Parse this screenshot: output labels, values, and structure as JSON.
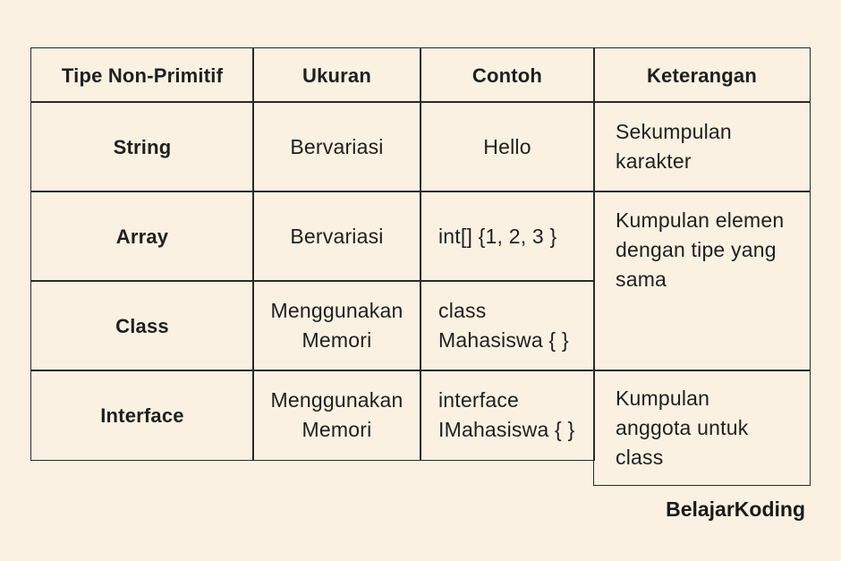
{
  "headers": [
    "Tipe Non-Primitif",
    "Ukuran",
    "Contoh",
    "Keterangan"
  ],
  "rows": [
    {
      "type": "String",
      "size": "Bervariasi",
      "example": "Hello"
    },
    {
      "type": "Array",
      "size": "Bervariasi",
      "example": "int[] {1, 2, 3 }"
    },
    {
      "type": "Class",
      "size": "Menggunakan\nMemori",
      "example": "class\nMahasiswa { }"
    },
    {
      "type": "Interface",
      "size": "Menggunakan\nMemori",
      "example": "interface\nIMahasiswa { }"
    }
  ],
  "descriptions": [
    "Sekumpulan\nkarakter",
    "Kumpulan elemen\ndengan tipe yang\nsama",
    "Kumpulan\nanggota untuk\nclass"
  ],
  "brand": "BelajarKoding"
}
